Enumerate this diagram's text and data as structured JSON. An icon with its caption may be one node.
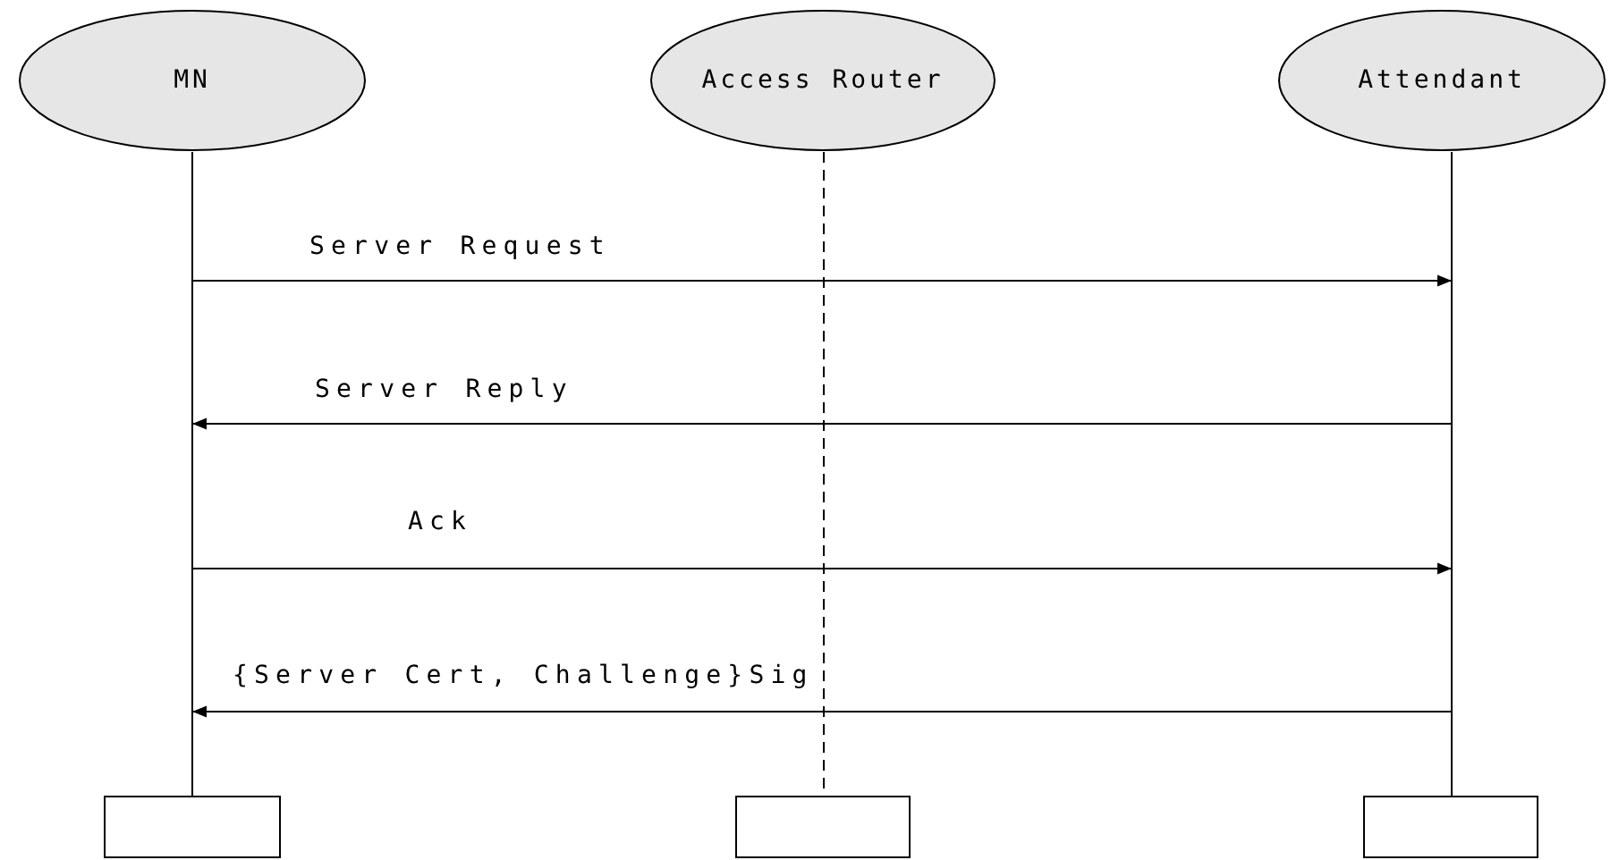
{
  "diagram": {
    "nodes": [
      {
        "text": [
          "MN"
        ]
      },
      {
        "text": [
          "Access Router"
        ]
      },
      {
        "text": [
          "Attendant"
        ]
      },
      {
        "text": [],
        "shape": "box"
      },
      {
        "text": [],
        "shape": "box"
      },
      {
        "text": [],
        "shape": "box"
      },
      {
        "text": [],
        "shape": "line"
      },
      {
        "text": [],
        "shape": "line"
      },
      {
        "text": [],
        "shape": "line"
      }
    ],
    "edges": [
      {
        "from": 6,
        "to": 8,
        "arrow": "to",
        "label": "Server Request"
      },
      {
        "from": 8,
        "to": 6,
        "arrow": "to",
        "label": "Server Reply"
      },
      {
        "from": 6,
        "to": 8,
        "arrow": "to",
        "label": "Ack"
      },
      {
        "from": 8,
        "to": 6,
        "arrow": "to",
        "label": "{Server Cert, Challenge}Sig"
      }
    ]
  }
}
